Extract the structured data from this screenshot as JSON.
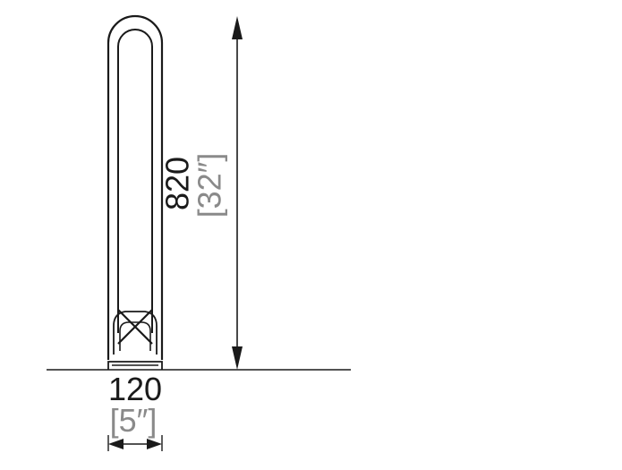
{
  "dimensions": {
    "height": {
      "metric": "820",
      "imperial": "[32″]"
    },
    "width": {
      "metric": "120",
      "imperial": "[5″]"
    }
  },
  "colors": {
    "line": "#1a1a1a",
    "imperial_text": "#8a8a8a",
    "background": "#ffffff"
  }
}
